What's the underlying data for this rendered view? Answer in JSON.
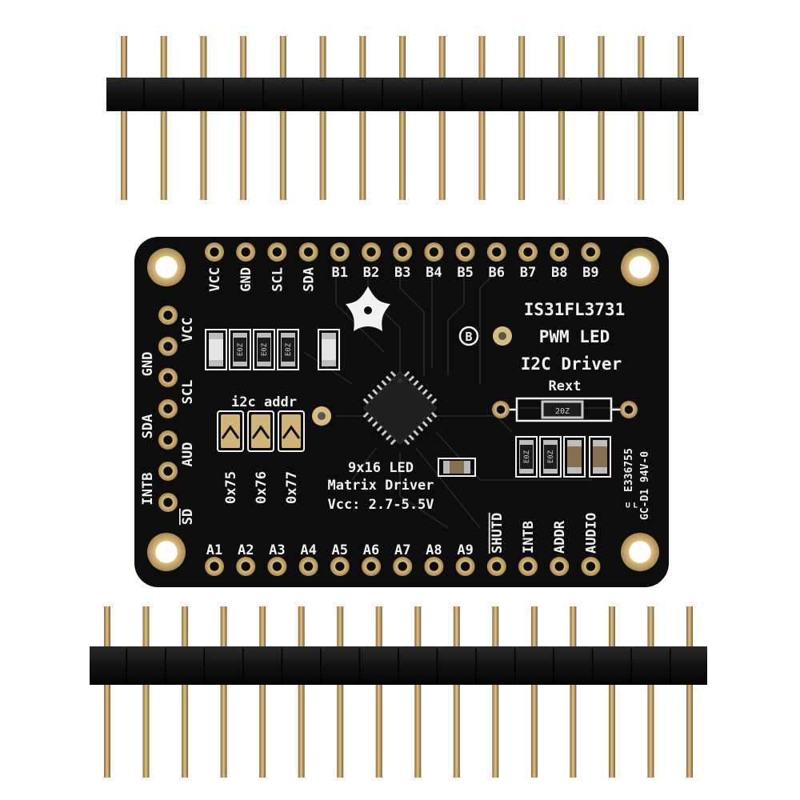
{
  "board": {
    "chip_title": "IS31FL3731",
    "subtitle_line1": "PWM LED",
    "subtitle_line2": "I2C Driver",
    "rext_label": "Rext",
    "i2c_addr_label": "i2c addr",
    "addr_options": [
      "0x75",
      "0x76",
      "0x77"
    ],
    "desc_line1": "9x16 LED",
    "desc_line2": "Matrix Driver",
    "desc_line3": "Vcc: 2.7-5.5V",
    "top_pins": [
      "VCC",
      "GND",
      "SCL",
      "SDA",
      "B1",
      "B2",
      "B3",
      "B4",
      "B5",
      "B6",
      "B7",
      "B8",
      "B9"
    ],
    "left_pins": [
      "VCC",
      "GND",
      "SCL",
      "SDA",
      "AUD",
      "INTB",
      "SD"
    ],
    "bottom_pins": [
      "A1",
      "A2",
      "A3",
      "A4",
      "A5",
      "A6",
      "A7",
      "A8",
      "A9",
      "SHUTD",
      "INTB",
      "ADDR",
      "AUDIO"
    ],
    "fiducial_letter": "B",
    "cert_line1": "E336755",
    "cert_line2": "GC-D1 94V-0",
    "resistor_codes": [
      "E0Z",
      "E0Z",
      "E0Z",
      "E0Z",
      "E0Z",
      "20Z"
    ]
  },
  "colors": {
    "pcb": "#0d0d0d",
    "pad_gold": "#c8a96a",
    "pin_brass": "#b08a55",
    "header_plastic": "#1a1a1a",
    "silkscreen": "#f2f2f2"
  },
  "headers": {
    "top_pin_count": 15,
    "bottom_pin_count": 16
  }
}
